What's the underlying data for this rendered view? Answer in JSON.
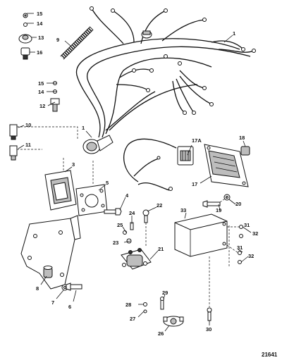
{
  "diagram": {
    "reference_number": "21641",
    "callouts": [
      "1",
      "1",
      "3",
      "4",
      "5",
      "6",
      "7",
      "8",
      "9",
      "10",
      "11",
      "12",
      "13",
      "14",
      "14",
      "15",
      "15",
      "16",
      "17",
      "17A",
      "18",
      "19",
      "20",
      "21",
      "22",
      "23",
      "24",
      "25",
      "26",
      "27",
      "28",
      "29",
      "30",
      "31",
      "31",
      "32",
      "32",
      "33"
    ]
  }
}
